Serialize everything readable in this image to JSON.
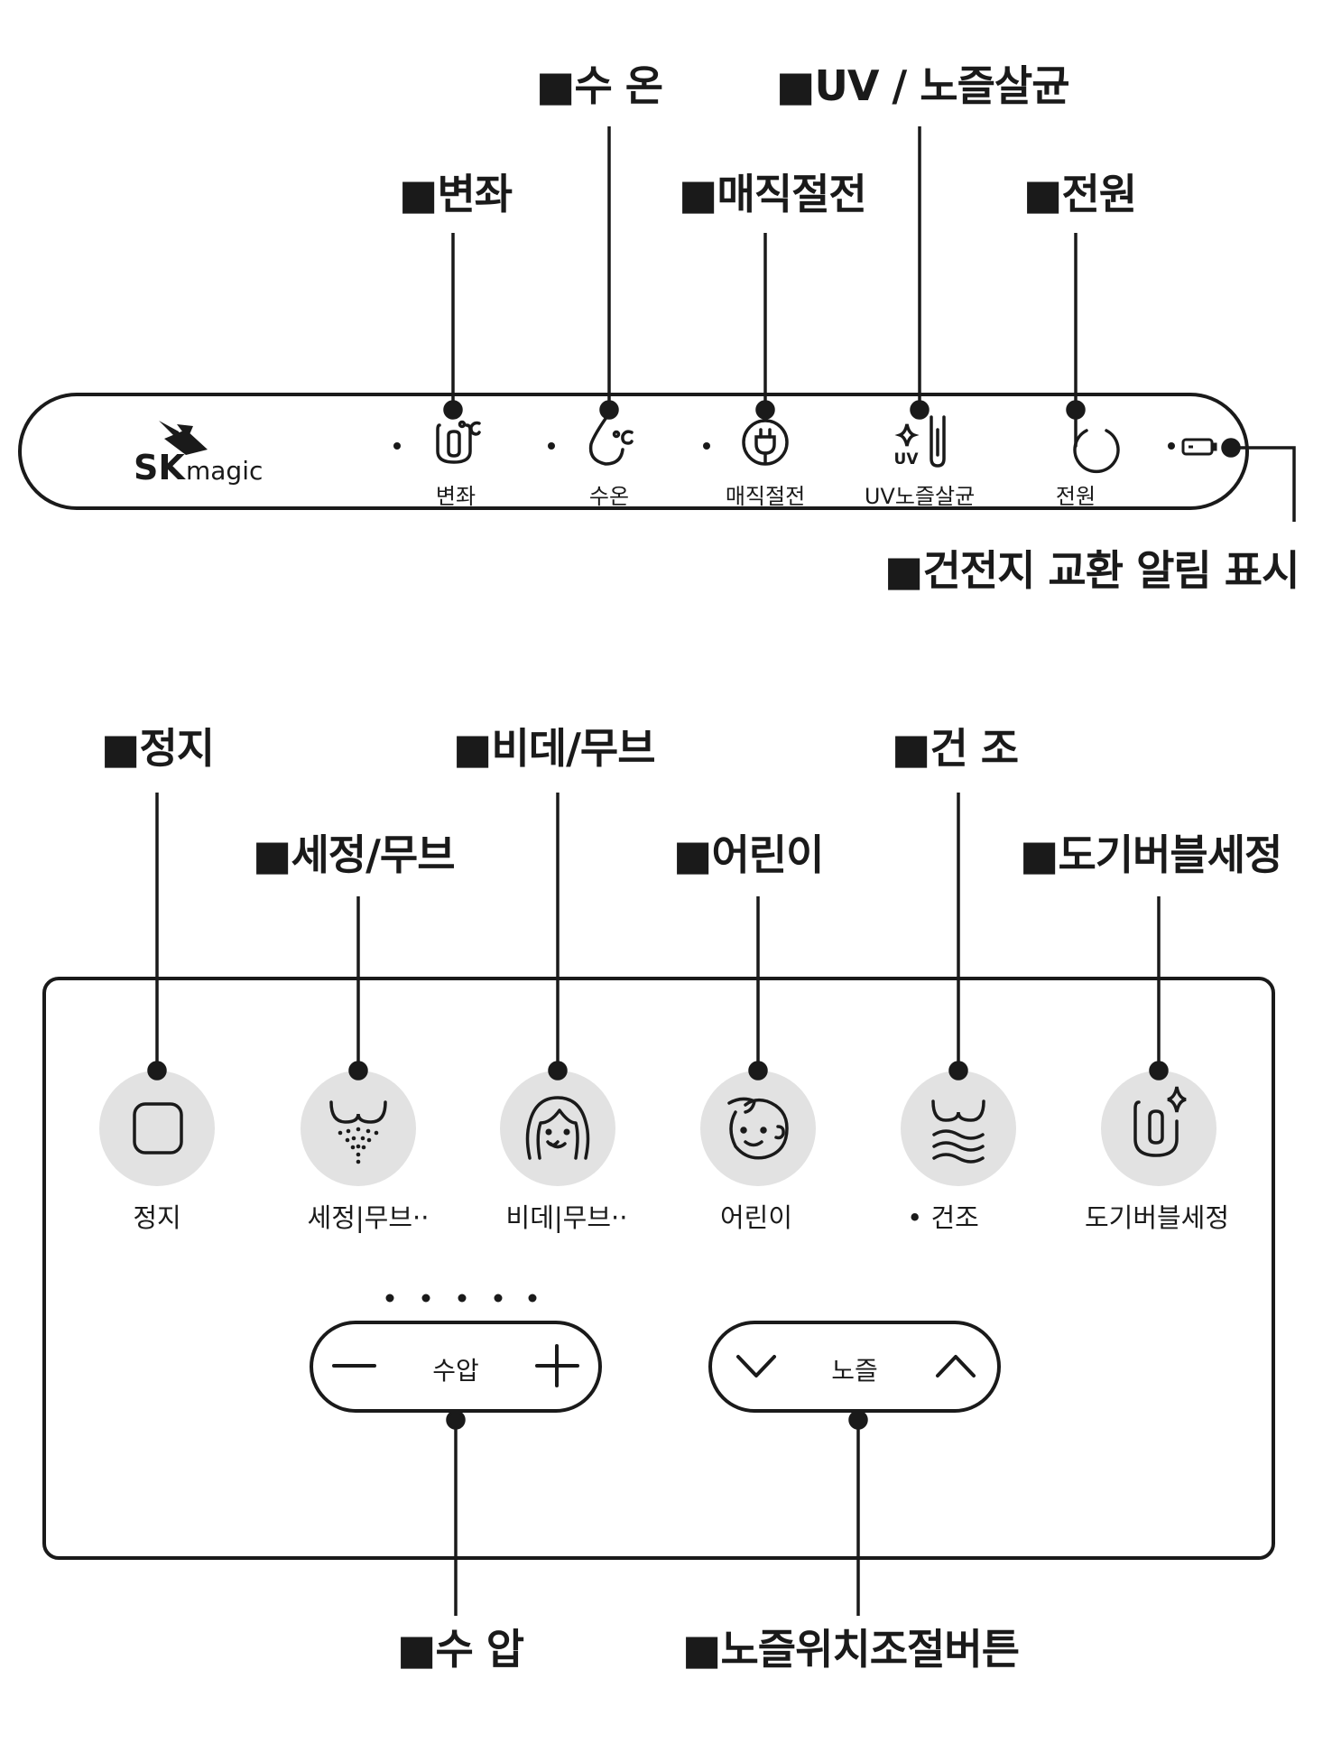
{
  "top_panel": {
    "logo": {
      "brand": "SK",
      "sub": "magic"
    },
    "buttons": [
      {
        "label": "변좌",
        "icon": "seat-temp-icon",
        "callout": "■변좌"
      },
      {
        "label": "수온",
        "icon": "water-temp-icon",
        "callout": "■수 온"
      },
      {
        "label": "매직절전",
        "icon": "power-save-plug-icon",
        "callout": "■매직절전"
      },
      {
        "label": "UV노즐살균",
        "icon": "uv-nozzle-sterilize-icon",
        "callout": "■UV / 노즐살균"
      },
      {
        "label": "전원",
        "icon": "power-icon",
        "callout": "■전원"
      }
    ],
    "battery_callout": "■건전지 교환 알림 표시"
  },
  "bottom_panel": {
    "buttons": [
      {
        "label": "정지",
        "icon": "stop-icon",
        "callout": "■정지"
      },
      {
        "label": "세정|무브··",
        "icon": "cleansing-icon",
        "callout": "■세정/무브"
      },
      {
        "label": "비데|무브··",
        "icon": "bidet-woman-icon",
        "callout": "■비데/무브"
      },
      {
        "label": "어린이",
        "icon": "child-icon",
        "callout": "■어린이"
      },
      {
        "label": "• 건조",
        "icon": "dry-icon",
        "callout": "■건 조"
      },
      {
        "label": "도기버블세정",
        "icon": "bowl-bubble-clean-icon",
        "callout": "■도기버블세정"
      }
    ],
    "water_pressure": {
      "label": "수압",
      "callout": "■수 압",
      "level_dots": 5
    },
    "nozzle_position": {
      "label": "노즐",
      "callout": "■노즐위치조절버튼"
    }
  },
  "colors": {
    "line": "#1a1a1a",
    "button_fill": "#e2e2e2",
    "background": "#ffffff"
  }
}
